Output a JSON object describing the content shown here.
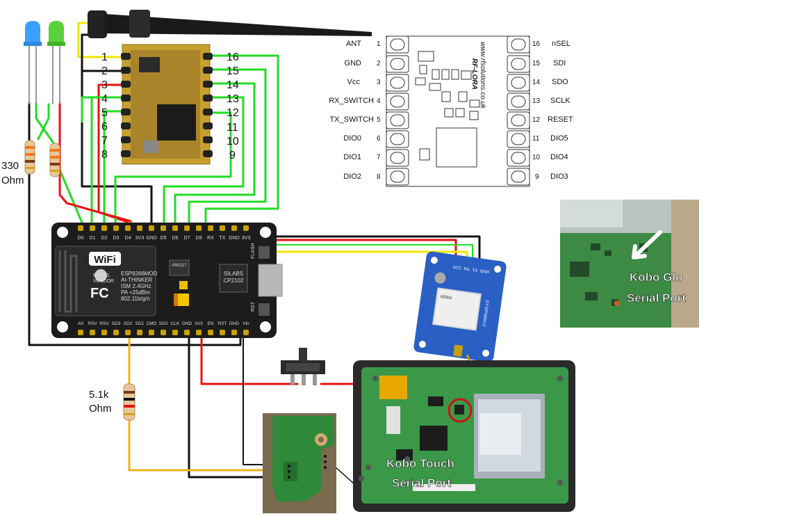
{
  "lora_module": {
    "left_pin_numbers": [
      "1",
      "2",
      "3",
      "4",
      "5",
      "6",
      "7",
      "8"
    ],
    "right_pin_numbers": [
      "16",
      "15",
      "14",
      "13",
      "12",
      "11",
      "10",
      "9"
    ]
  },
  "pinout": {
    "brand_line1": "www.rfsolutions.co.uk",
    "brand_line2": "RF-LORA",
    "left_pins": [
      {
        "num": "1",
        "name": "ANT"
      },
      {
        "num": "2",
        "name": "GND"
      },
      {
        "num": "3",
        "name": "Vcc"
      },
      {
        "num": "4",
        "name": "RX_SWITCH"
      },
      {
        "num": "5",
        "name": "TX_SWITCH"
      },
      {
        "num": "6",
        "name": "DIO0"
      },
      {
        "num": "7",
        "name": "DIO1"
      },
      {
        "num": "8",
        "name": "DIO2"
      }
    ],
    "right_pins": [
      {
        "num": "16",
        "name": "nSEL"
      },
      {
        "num": "15",
        "name": "SDI"
      },
      {
        "num": "14",
        "name": "SDO"
      },
      {
        "num": "13",
        "name": "SCLK"
      },
      {
        "num": "12",
        "name": "RESET"
      },
      {
        "num": "11",
        "name": "DIO5"
      },
      {
        "num": "10",
        "name": "DIO4"
      },
      {
        "num": "9",
        "name": "DIO3"
      }
    ]
  },
  "resistors": {
    "led_resistor_line1": "330",
    "led_resistor_line2": "Ohm",
    "pullup_line1": "5.1k",
    "pullup_line2": "Ohm"
  },
  "nodemcu": {
    "top_pins": [
      "D0",
      "D1",
      "D2",
      "D3",
      "D4",
      "3V3",
      "GND",
      "D5",
      "D6",
      "D7",
      "D8",
      "RX",
      "TX",
      "GND",
      "3V3"
    ],
    "bottom_pins": [
      "A0",
      "RSV",
      "RSV",
      "SD3",
      "SD2",
      "SD1",
      "CMD",
      "SD0",
      "CLK",
      "GND",
      "3V3",
      "EN",
      "RST",
      "GND",
      "Vin"
    ],
    "wifi_logo": "WiFi",
    "model_label": "MODEL",
    "vendor_label": "VENDOR",
    "fc_label": "FC",
    "model_value": "ESP8266MOD",
    "vendor_value": "AI-THINKER",
    "ism": "ISM 2.4GHz",
    "pa": "PA +25dBm",
    "wifi_std": "802.11b/g/n",
    "regulator": "AM1117",
    "usb_chip_line1": "SILABS",
    "usb_chip_line2": "CP2102",
    "rst_label": "RST",
    "flash_label": "FLASH"
  },
  "gps": {
    "pins": [
      "VCC",
      "RX",
      "TX",
      "GND"
    ],
    "brand": "ublox",
    "model": "GY-GPS6MV2"
  },
  "kobo_glo": {
    "line1": "Kobo Glo",
    "line2": "Serial Port"
  },
  "kobo_touch": {
    "line1": "Kobo Touch",
    "line2": "Serial Port"
  },
  "colors": {
    "wire_green": "#22dd22",
    "wire_red": "#e81010",
    "wire_black": "#111111",
    "wire_yellow": "#f2e600",
    "wire_orange": "#f0b41c",
    "board_black": "#1c1c1c",
    "pcb_green": "#2f8a3a",
    "gps_blue": "#2a5fc4",
    "led_blue": "#3aa0ff",
    "led_green": "#58d23a"
  }
}
